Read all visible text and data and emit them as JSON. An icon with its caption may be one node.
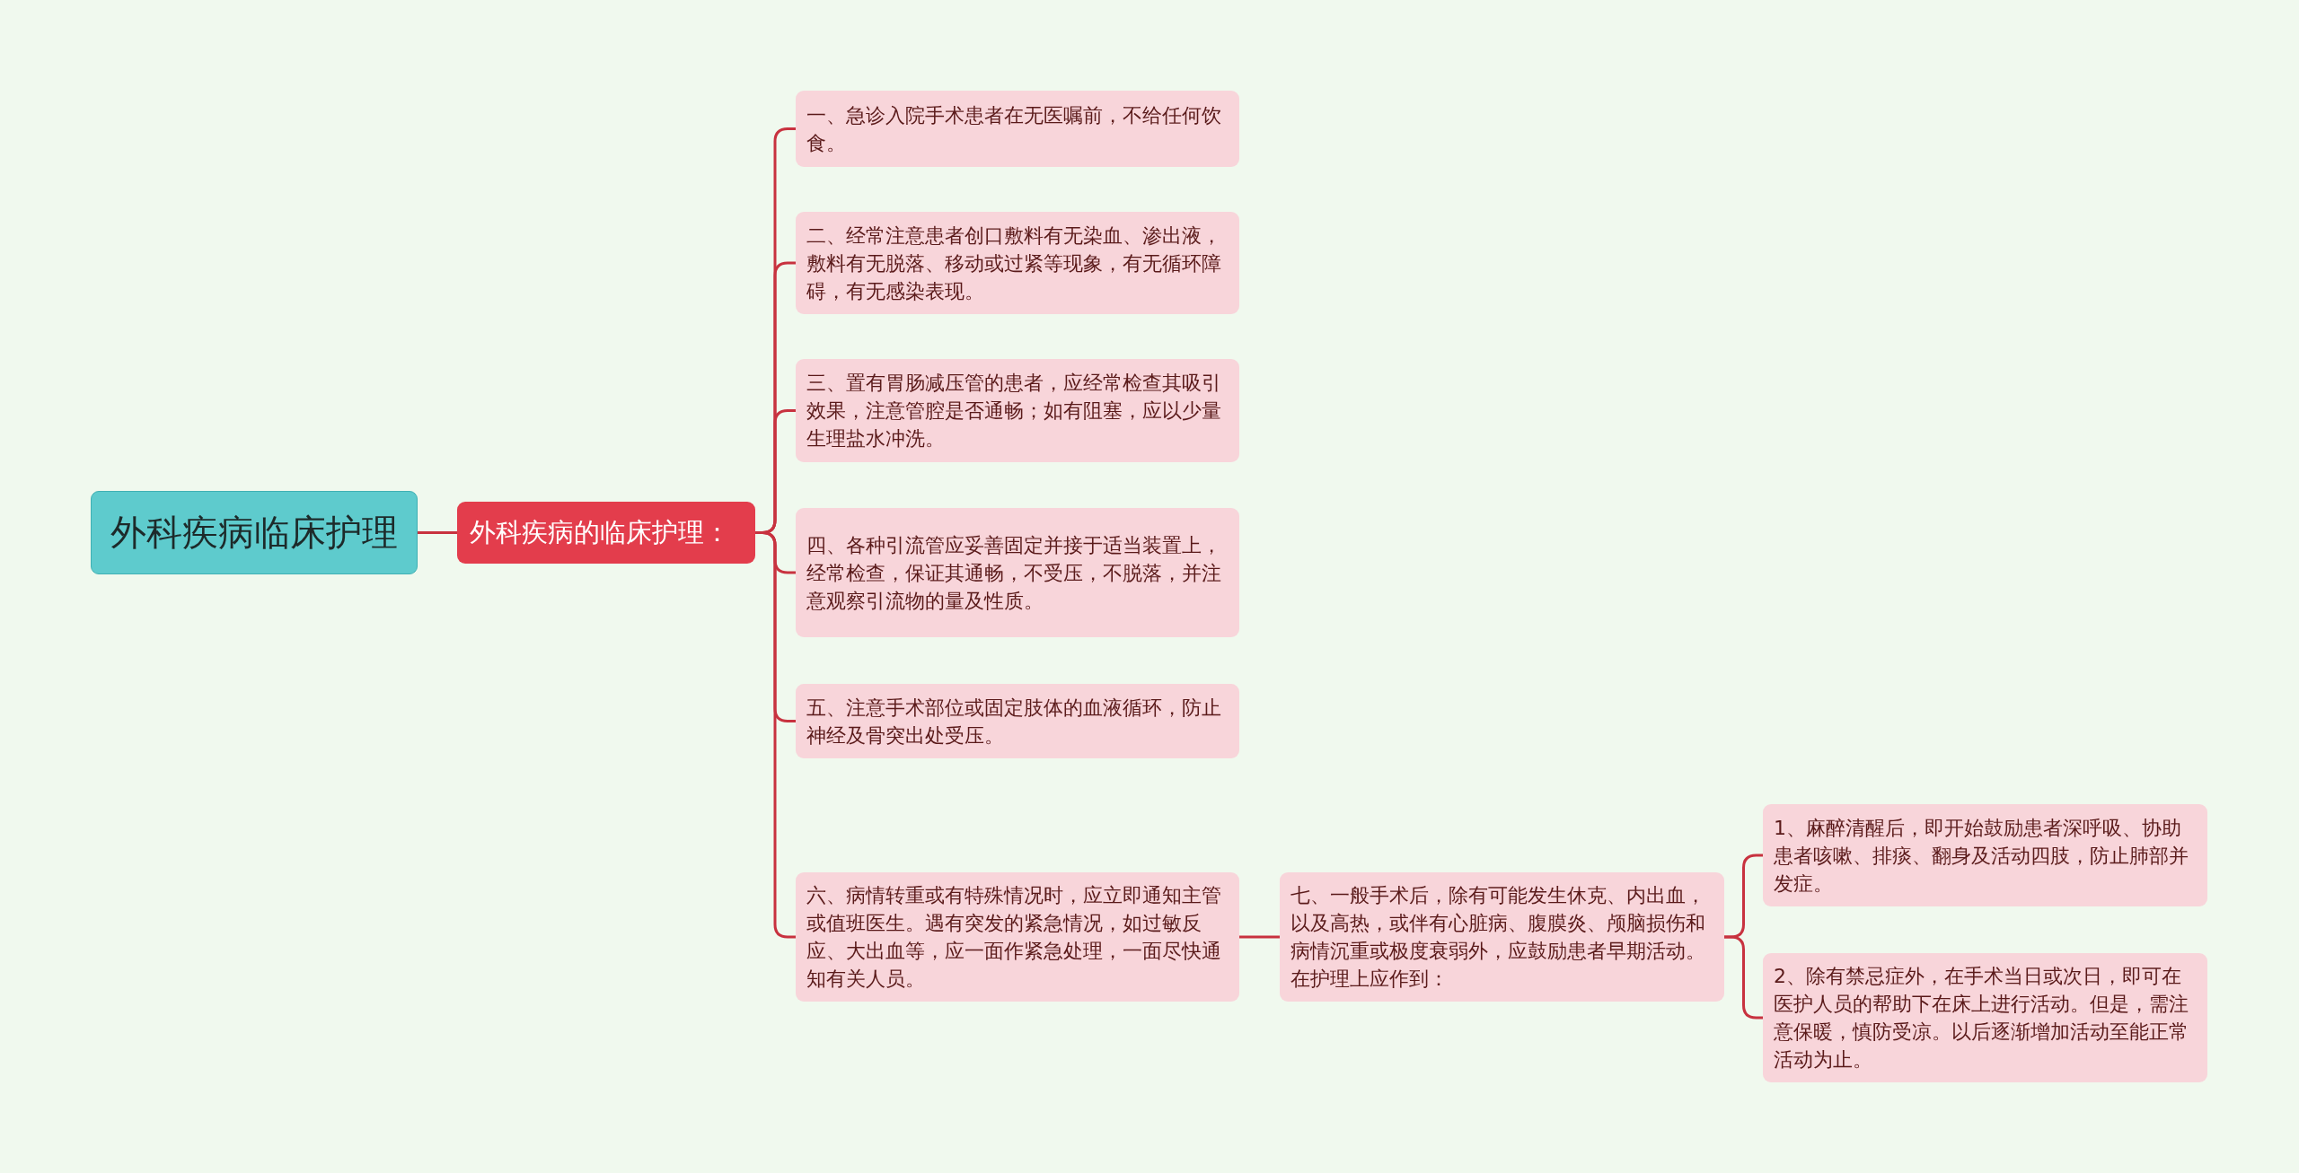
{
  "diagram": {
    "nodes": [
      {
        "text": [
          "外科疾病临床护理"
        ]
      },
      {
        "text": [
          "外科疾病的临床护理："
        ]
      },
      {
        "text": [
          "一、急诊入院手术患者在无医嘱前，不给任何饮食。"
        ]
      },
      {
        "text": [
          "二、经常注意患者创口敷料有无染血、渗出液，敷料有无脱落、移动或过紧等现象，有无循环障碍，有无感染表现。"
        ]
      },
      {
        "text": [
          "三、置有胃肠减压管的患者，应经常检查其吸引效果，注意管腔是否通畅；如有阻塞，应以少量生理盐水冲洗。"
        ]
      },
      {
        "text": [
          "四、各种引流管应妥善固定并接于适当装置上，经常检查，保证其通畅，不受压，不脱落，并注意观察引流物的量及性质。"
        ]
      },
      {
        "text": [
          "五、注意手术部位或固定肢体的血液循环，防止神经及骨突出处受压。"
        ]
      },
      {
        "text": [
          "六、病情转重或有特殊情况时，应立即通知主管或值班医生。遇有突发的紧急情况，如过敏反应、大出血等，应一面作紧急处理，一面尽快通知有关人员。"
        ]
      },
      {
        "text": [
          "七、一般手术后，除有可能发生休克、内出血，以及高热，或伴有心脏病、腹膜炎、颅脑损伤和病情沉重或极度衰弱外，应鼓励患者早期活动。在护理上应作到："
        ]
      },
      {
        "text": [
          "1、麻醉清醒后，即开始鼓励患者深呼吸、协助患者咳嗽、排痰、翻身及活动四肢，防止肺部并发症。"
        ]
      },
      {
        "text": [
          "2、除有禁忌症外，在手术当日或次日，即可在医护人员的帮助下在床上进行活动。但是，需注意保暖，慎防受凉。以后逐渐增加活动至能正常活动为止。"
        ]
      }
    ],
    "edges": [
      {
        "from": 0,
        "to": 1,
        "arrow": "none"
      },
      {
        "from": 1,
        "to": 2,
        "arrow": "none"
      },
      {
        "from": 1,
        "to": 3,
        "arrow": "none"
      },
      {
        "from": 1,
        "to": 4,
        "arrow": "none"
      },
      {
        "from": 1,
        "to": 5,
        "arrow": "none"
      },
      {
        "from": 1,
        "to": 6,
        "arrow": "none"
      },
      {
        "from": 1,
        "to": 7,
        "arrow": "none"
      },
      {
        "from": 7,
        "to": 8,
        "arrow": "none"
      },
      {
        "from": 8,
        "to": 9,
        "arrow": "none"
      },
      {
        "from": 8,
        "to": 10,
        "arrow": "none"
      }
    ]
  }
}
